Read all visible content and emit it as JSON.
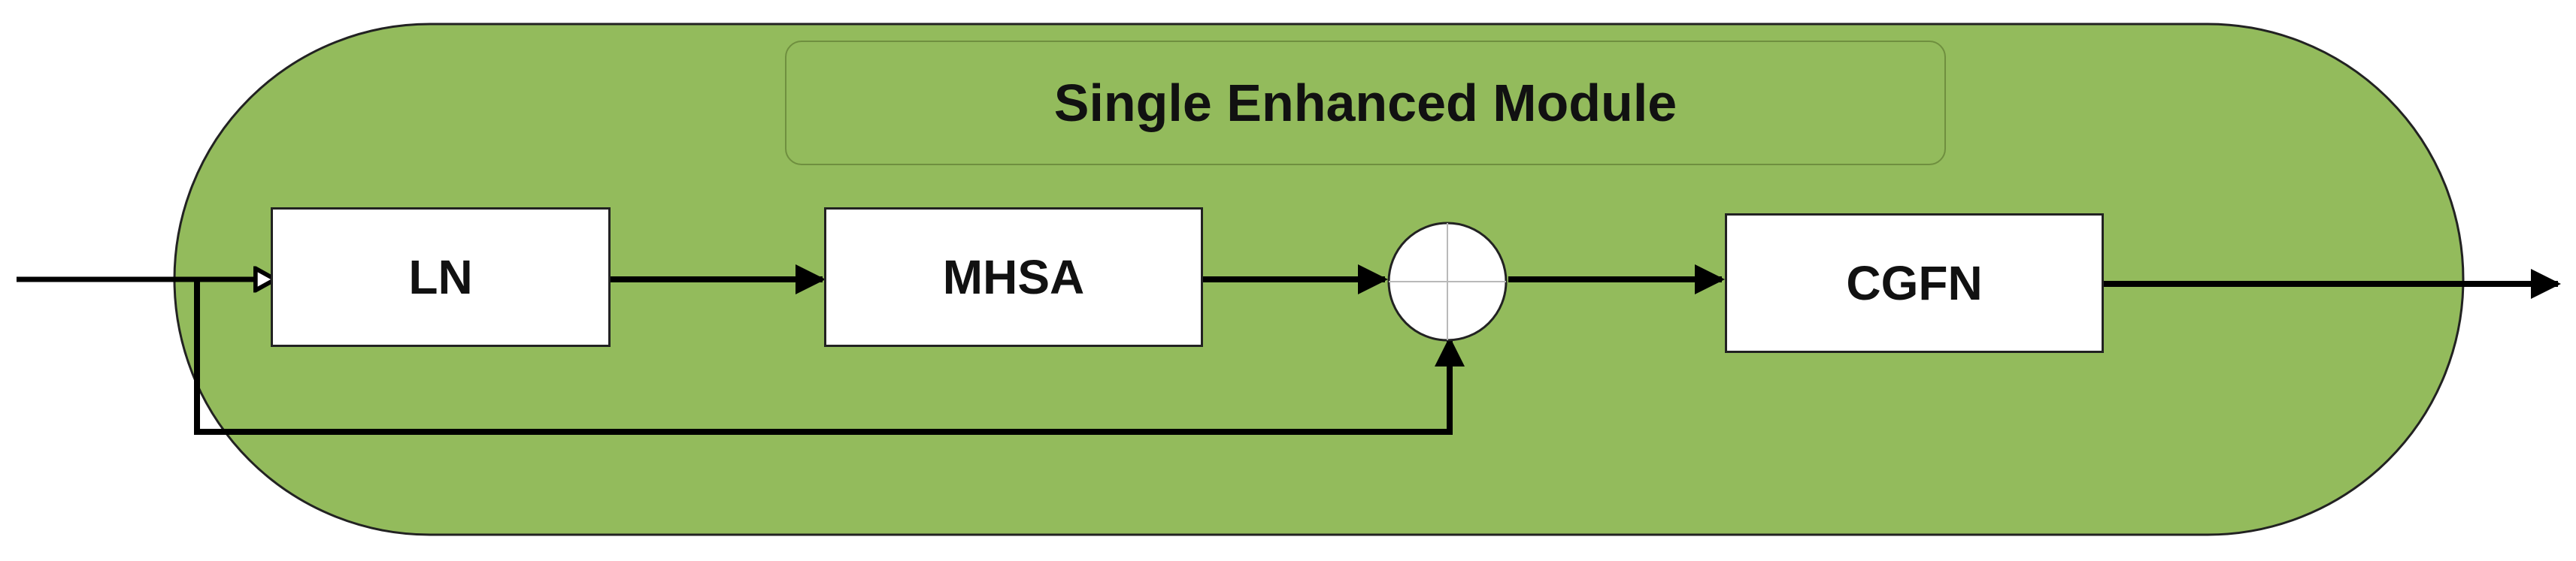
{
  "module": {
    "title": "Single Enhanced Module",
    "background_color": "#93bb5c",
    "border_color": "#222222"
  },
  "blocks": {
    "ln": "LN",
    "mhsa": "MHSA",
    "cgfn": "CGFN"
  },
  "adder": {
    "icon": "plus-circle-icon",
    "fill_color": "#ffffff"
  }
}
